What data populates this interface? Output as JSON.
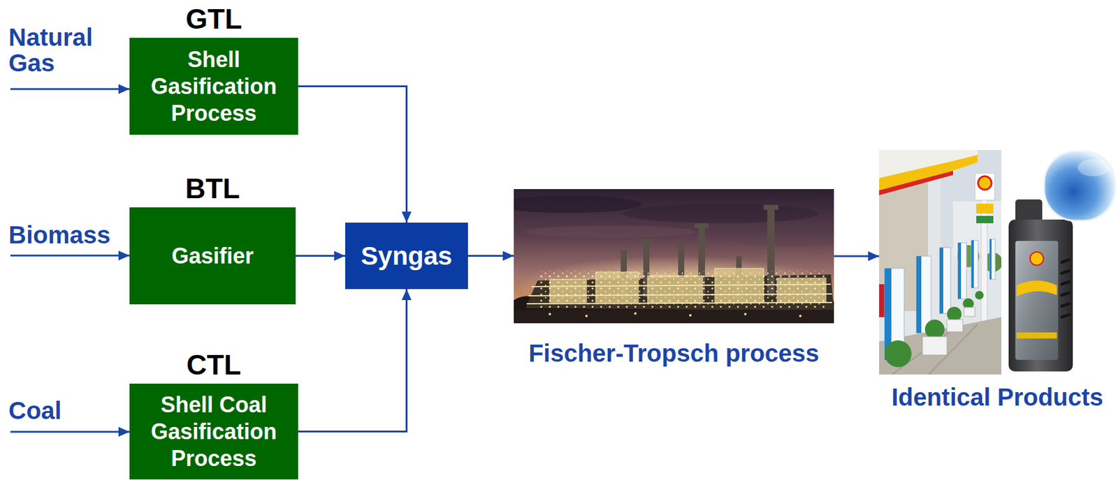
{
  "diagram": {
    "nodes": [
      {
        "text": [
          "GTL",
          "Shell Gasification Process"
        ]
      },
      {
        "text": [
          "BTL",
          "Gasifier"
        ]
      },
      {
        "text": [
          "CTL",
          "Shell Coal Gasification Process"
        ]
      },
      {
        "text": [
          "Syngas"
        ]
      },
      {
        "text": [
          "Fischer-Tropsch process"
        ]
      },
      {
        "text": [
          "Identical Products"
        ]
      }
    ],
    "edges": [
      {
        "from": 0,
        "to": 3,
        "arrow": "to"
      },
      {
        "from": 1,
        "to": 3,
        "arrow": "to"
      },
      {
        "from": 2,
        "to": 3,
        "arrow": "to"
      },
      {
        "from": 3,
        "to": 4,
        "arrow": "to"
      },
      {
        "from": 4,
        "to": 5,
        "arrow": "to"
      }
    ],
    "labels": [
      "Natural Gas",
      "Biomass",
      "Coal"
    ]
  }
}
